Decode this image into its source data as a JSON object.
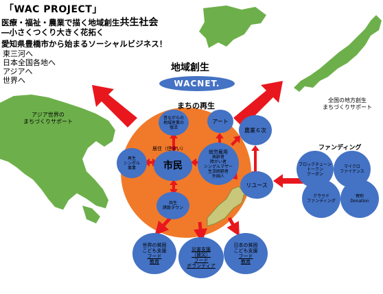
{
  "title": "「WAC PROJECT」",
  "subtitle1_prefix": "医療・福祉・農業で描く地域創生",
  "subtitle1_emph": "共生社会",
  "subtitle2": "―小さくつくり大きく花拓く",
  "subtitle3": "愛知県豊橋市から始まるソーシャルビジネス！",
  "regions": [
    "東三河へ",
    "日本全国各地へ",
    "アジアへ",
    "世界へ"
  ],
  "regional_label": "地域創生",
  "wacnet": "WACNET.",
  "town_label": "まちの再生",
  "asia_support": [
    "アジア世界の",
    "まちづくりサポート"
  ],
  "japan_support": [
    "全国の地方創生",
    "まちづくりサポート"
  ],
  "funding_title": "ファンディング",
  "center": {
    "residence": "居住（住まい）",
    "citizen": "市民"
  },
  "nodes": {
    "traditional": [
      "昔ながらの",
      "地域産業の",
      "復活"
    ],
    "art": "アート",
    "employment": [
      "就労雇用",
      "高齢者",
      "障がい者",
      "シングルマザー",
      "生活困窮者",
      "外国人"
    ],
    "agri6": "農業６次",
    "reuse": "リユース",
    "regen_shop": [
      "再生",
      "シンボル",
      "事業"
    ],
    "kyosei_town": [
      "共生",
      "誘致タウン"
    ],
    "world_poverty": [
      "世界の貧困",
      "こども支援",
      "フード",
      "教育"
    ],
    "disaster": [
      "災害支援",
      "（被災）",
      "フード",
      "ボランティア"
    ],
    "japan_poverty": [
      "日本の貧困",
      "こども支援",
      "フード",
      "教育"
    ]
  },
  "funding": {
    "blockchain": [
      "ブロックチェーン",
      "トークン",
      "クーポン"
    ],
    "micro": [
      "マイクロ",
      "ファイナンス"
    ],
    "crowd": [
      "クラウド",
      "ファンディング"
    ],
    "donation": [
      "寄附",
      "Donation"
    ]
  },
  "colors": {
    "orange": "#f07a2a",
    "blue": "#4472c4",
    "red": "#e8171e",
    "green": "#6db04b",
    "gold": "#c9c87a"
  }
}
